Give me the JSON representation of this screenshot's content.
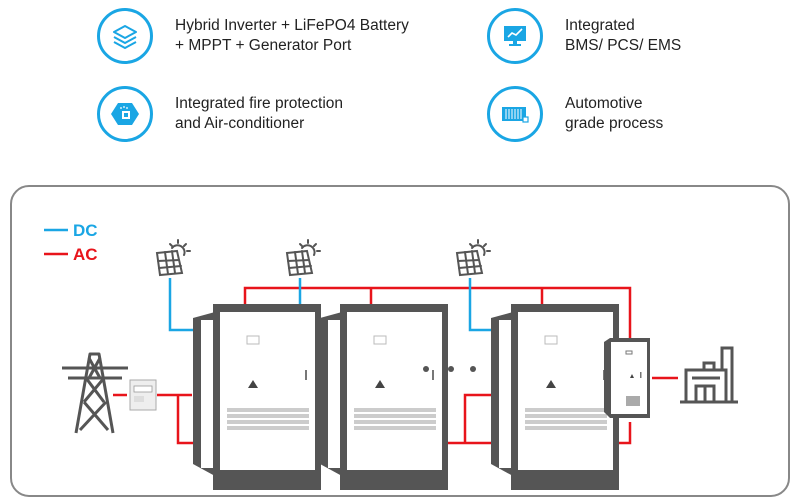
{
  "features": [
    {
      "icon": "layers-icon",
      "lines": [
        "Hybrid Inverter + LiFePO4 Battery",
        "+ MPPT + Generator Port"
      ]
    },
    {
      "icon": "monitor-chart-icon",
      "lines": [
        "Integrated",
        "BMS/ PCS/ EMS"
      ]
    },
    {
      "icon": "fire-protection-icon",
      "lines": [
        "Integrated fire protection",
        "and Air-conditioner"
      ]
    },
    {
      "icon": "battery-module-icon",
      "lines": [
        "Automotive",
        "grade process"
      ]
    }
  ],
  "legend": [
    {
      "label": "DC",
      "color": "#1aa6e4"
    },
    {
      "label": "AC",
      "color": "#e8141b"
    }
  ],
  "diagram": {
    "nodes": [
      "grid-tower",
      "meter",
      "solar-panel",
      "solar-panel",
      "solar-panel",
      "storage-cabinet",
      "storage-cabinet",
      "storage-cabinet",
      "distribution-cabinet",
      "factory-load"
    ],
    "ellipsis": "• • •"
  },
  "colors": {
    "accent": "#1aa6e4",
    "ac": "#e8141b",
    "equipment": "#555555"
  }
}
